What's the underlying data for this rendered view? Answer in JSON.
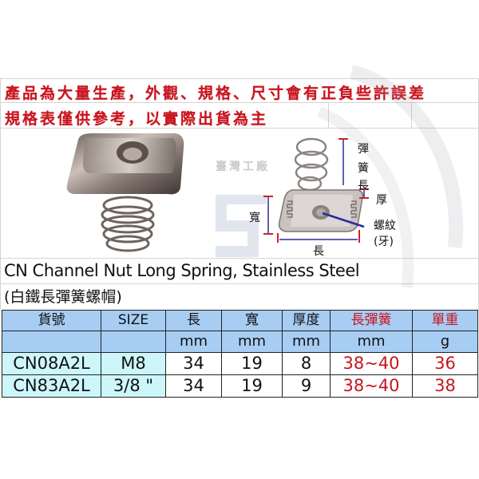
{
  "notice": {
    "line1": "產品為大量生產，外觀、規格、尺寸會有正負些許誤差",
    "line2": "規格表僅供參考，以實際出貨為主"
  },
  "watermark": {
    "factory_text": "臺灣工廠"
  },
  "diagram": {
    "labels": {
      "spring_length": [
        "彈",
        "簧",
        "長"
      ],
      "thickness": "厚",
      "width": "寬",
      "thread_line1": "螺紋",
      "thread_line2": "(牙)",
      "length": "長"
    },
    "arrow_color": "#2a2aa0",
    "tick_color": "#d0202a"
  },
  "product": {
    "title_en": "CN Channel Nut Long Spring, Stainless Steel",
    "title_zh": "(白鐵長彈簧螺帽)"
  },
  "table": {
    "headers": [
      "貨號",
      "SIZE",
      "長",
      "寬",
      "厚度",
      "長彈簧",
      "單重"
    ],
    "units": [
      "",
      "",
      "mm",
      "mm",
      "mm",
      "mm",
      "g"
    ],
    "rows": [
      [
        "CN08A2L",
        "M8",
        "34",
        "19",
        "8",
        "38~40",
        "36"
      ],
      [
        "CN83A2L",
        "3/8 \"",
        "34",
        "19",
        "9",
        "38~40",
        "38"
      ]
    ],
    "colors": {
      "header_bg": "#a8cdf3",
      "key_bg": "#cdf6fb",
      "accent_red": "#c8141e"
    }
  }
}
